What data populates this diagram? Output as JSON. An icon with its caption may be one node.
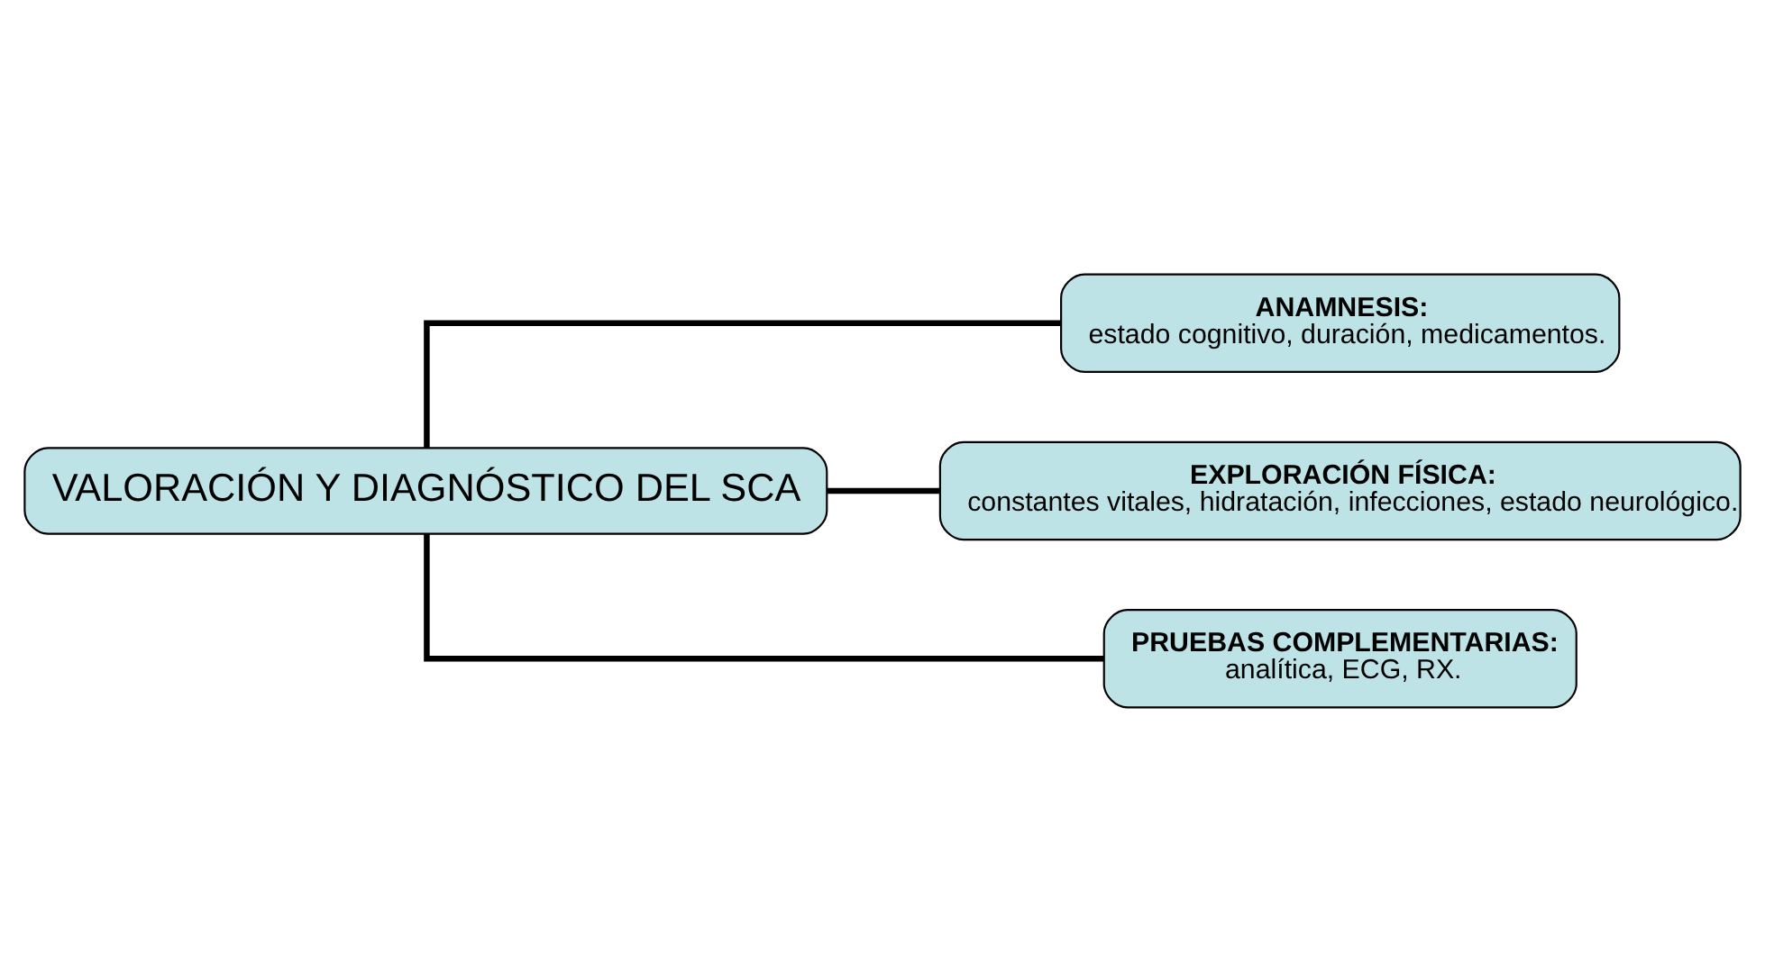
{
  "diagram": {
    "nodes": [
      {
        "text": [
          "VALORACIÓN Y DIAGNÓSTICO DEL SCA"
        ]
      },
      {
        "text": [
          "ANAMNESIS:",
          "estado cognitivo, duración, medicamentos."
        ]
      },
      {
        "text": [
          "EXPLORACIÓN FÍSICA:",
          "constantes vitales, hidratación, infecciones, estado neurológico."
        ]
      },
      {
        "text": [
          "PRUEBAS COMPLEMENTARIAS:",
          "analítica, ECG, RX."
        ]
      }
    ],
    "edges": [
      {
        "from": 0,
        "to": 1,
        "arrow": "none"
      },
      {
        "from": 0,
        "to": 2,
        "arrow": "none"
      },
      {
        "from": 0,
        "to": 3,
        "arrow": "none"
      }
    ]
  }
}
